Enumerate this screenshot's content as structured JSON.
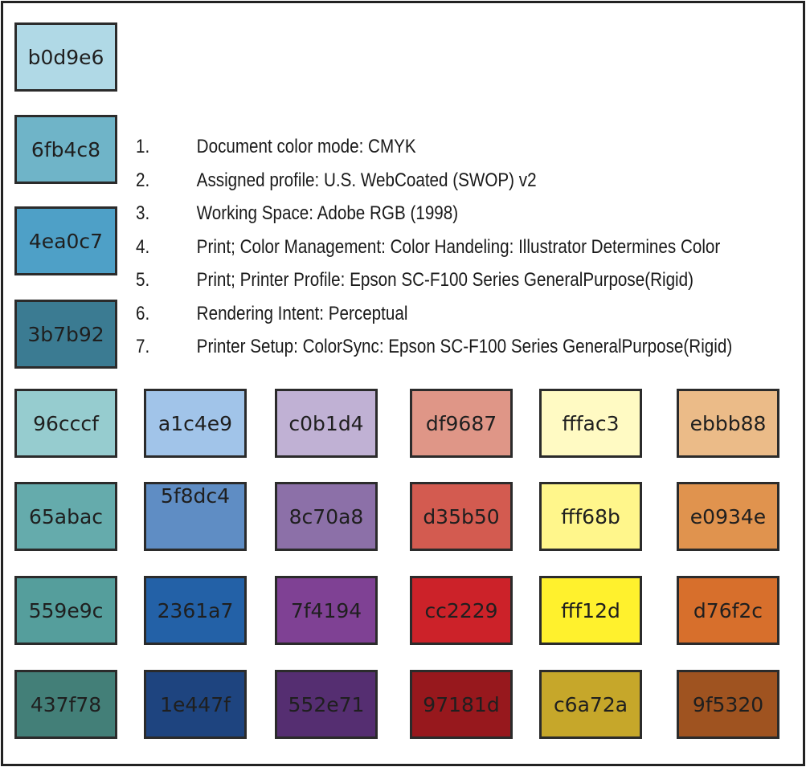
{
  "top_swatches": [
    {
      "label": "b0d9e6",
      "color": "#b0d9e6"
    },
    {
      "label": "6fb4c8",
      "color": "#6fb4c8"
    },
    {
      "label": "4ea0c7",
      "color": "#4ea0c7"
    },
    {
      "label": "3b7b92",
      "color": "#3b7b92"
    }
  ],
  "notes": [
    {
      "num": "1.",
      "text": "Document color mode: CMYK"
    },
    {
      "num": "2.",
      "text": "Assigned profile: U.S. WebCoated (SWOP) v2"
    },
    {
      "num": "3.",
      "text": "Working Space: Adobe RGB (1998)"
    },
    {
      "num": "4.",
      "text": "Print; Color Management: Color Handeling: Illustrator Determines Color"
    },
    {
      "num": "5.",
      "text": "Print; Printer Profile: Epson SC-F100 Series GeneralPurpose(Rigid)"
    },
    {
      "num": "6.",
      "text": "Rendering Intent: Perceptual"
    },
    {
      "num": "7.",
      "text": "Printer Setup: ColorSync: Epson SC-F100 Series GeneralPurpose(Rigid)"
    }
  ],
  "grid": [
    [
      {
        "label": "96cccf",
        "color": "#96cccf"
      },
      {
        "label": "a1c4e9",
        "color": "#a1c4e9"
      },
      {
        "label": "c0b1d4",
        "color": "#c0b1d4"
      },
      {
        "label": "df9687",
        "color": "#df9687"
      },
      {
        "label": "fffac3",
        "color": "#fffac3"
      },
      {
        "label": "ebbb88",
        "color": "#ebbb88"
      }
    ],
    [
      {
        "label": "65abac",
        "color": "#65abac"
      },
      {
        "label": "5f8dc4",
        "color": "#5f8dc4"
      },
      {
        "label": "8c70a8",
        "color": "#8c70a8"
      },
      {
        "label": "d35b50",
        "color": "#d35b50"
      },
      {
        "label": "fff68b",
        "color": "#fff68b"
      },
      {
        "label": "e0934e",
        "color": "#e0934e"
      }
    ],
    [
      {
        "label": "559e9c",
        "color": "#559e9c"
      },
      {
        "label": "2361a7",
        "color": "#2361a7"
      },
      {
        "label": "7f4194",
        "color": "#7f4194"
      },
      {
        "label": "cc2229",
        "color": "#cc2229"
      },
      {
        "label": "fff12d",
        "color": "#fff12d"
      },
      {
        "label": "d76f2c",
        "color": "#d76f2c"
      }
    ],
    [
      {
        "label": "437f78",
        "color": "#437f78"
      },
      {
        "label": "1e447f",
        "color": "#1e447f"
      },
      {
        "label": "552e71",
        "color": "#552e71"
      },
      {
        "label": "97181d",
        "color": "#97181d"
      },
      {
        "label": "c6a72a",
        "color": "#c6a72a"
      },
      {
        "label": "9f5320",
        "color": "#9f5320"
      }
    ]
  ]
}
